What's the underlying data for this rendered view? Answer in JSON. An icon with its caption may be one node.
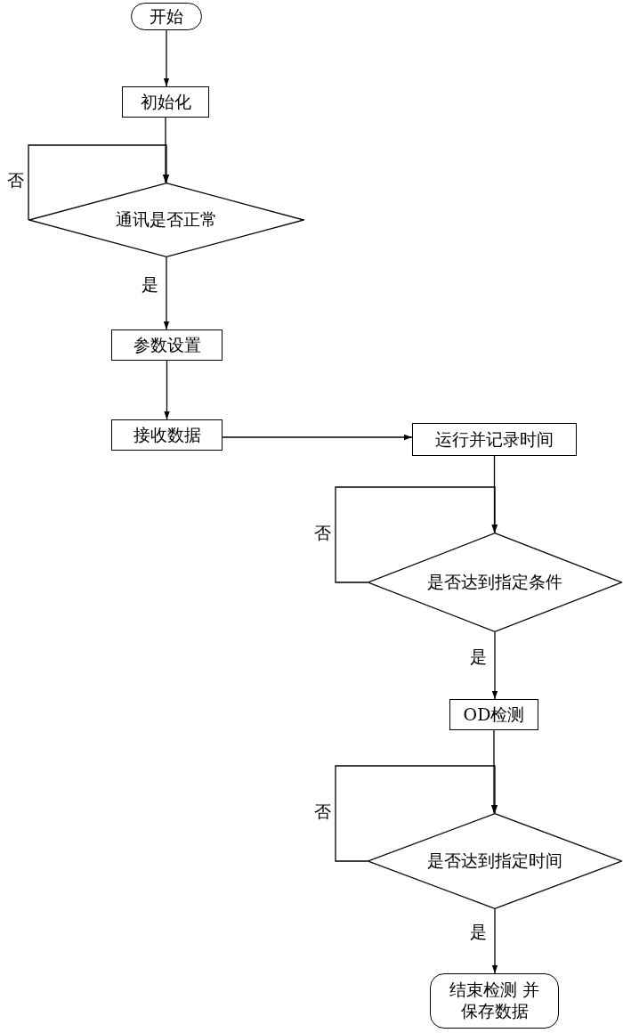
{
  "diagram": {
    "nodes": [
      {
        "text": [
          "开始"
        ]
      },
      {
        "text": [
          "初始化"
        ]
      },
      {
        "text": [
          "通讯是否正常"
        ]
      },
      {
        "text": [
          "参数设置"
        ]
      },
      {
        "text": [
          "接收数据"
        ]
      },
      {
        "text": [
          "运行并记录时间"
        ]
      },
      {
        "text": [
          "是否达到指定条件"
        ]
      },
      {
        "text": [
          "OD检测"
        ]
      },
      {
        "text": [
          "是否达到指定时间"
        ]
      },
      {
        "text": [
          "结束检测 并保存数据"
        ]
      }
    ],
    "edges": [
      {
        "from": 0,
        "to": 1,
        "arrow": "to"
      },
      {
        "from": 1,
        "to": 2,
        "arrow": "to"
      },
      {
        "from": 2,
        "to": 2,
        "arrow": "to",
        "label": "否"
      },
      {
        "from": 2,
        "to": 3,
        "arrow": "to",
        "label": "是"
      },
      {
        "from": 3,
        "to": 4,
        "arrow": "to"
      },
      {
        "from": 4,
        "to": 5,
        "arrow": "to"
      },
      {
        "from": 5,
        "to": 6,
        "arrow": "to"
      },
      {
        "from": 6,
        "to": 6,
        "arrow": "to",
        "label": "否"
      },
      {
        "from": 6,
        "to": 7,
        "arrow": "to",
        "label": "是"
      },
      {
        "from": 7,
        "to": 8,
        "arrow": "to"
      },
      {
        "from": 8,
        "to": 8,
        "arrow": "to",
        "label": "否"
      },
      {
        "from": 8,
        "to": 9,
        "arrow": "to",
        "label": "是"
      }
    ]
  }
}
